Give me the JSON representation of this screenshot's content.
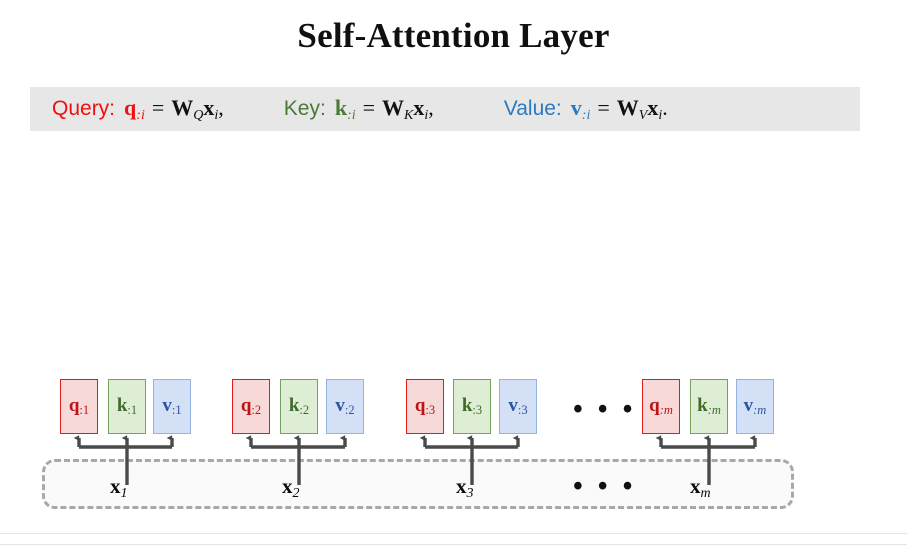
{
  "slide": {
    "title": "Self-Attention Layer",
    "background_color": "#ffffff",
    "band_color": "#e7e7e7"
  },
  "colors": {
    "query": "#ee1111",
    "key": "#4a7a35",
    "value": "#2a7ac0",
    "query_box_fill": "#f7d9d9",
    "query_box_border": "#e01b1b",
    "key_box_fill": "#ddeed5",
    "key_box_border": "#74a35c",
    "value_box_fill": "#d3e0f5",
    "value_box_border": "#93b4dd",
    "arrow": "#4a4a4a",
    "dashed_border": "#a8a8a8"
  },
  "formula": {
    "query": {
      "label": "Query:",
      "symbol": "q",
      "symbol_sub": ":i",
      "equals": "=",
      "weight": "W",
      "weight_sub": "Q",
      "input": "x",
      "input_sub": "i",
      "punct": ","
    },
    "key": {
      "label": "Key:",
      "symbol": "k",
      "symbol_sub": ":i",
      "equals": "=",
      "weight": "W",
      "weight_sub": "K",
      "input": "x",
      "input_sub": "i",
      "punct": ","
    },
    "value": {
      "label": "Value:",
      "symbol": "v",
      "symbol_sub": ":i",
      "equals": "=",
      "weight": "W",
      "weight_sub": "V",
      "input": "x",
      "input_sub": "i",
      "punct": "."
    }
  },
  "diagram": {
    "groups": [
      {
        "index": "1",
        "index_italic": false,
        "x_label_symbol": "x",
        "x_label_sub": "1",
        "q": {
          "symbol": "q",
          "sub": ":1"
        },
        "k": {
          "symbol": "k",
          "sub": ":1"
        },
        "v": {
          "symbol": "v",
          "sub": ":1"
        }
      },
      {
        "index": "2",
        "index_italic": false,
        "x_label_symbol": "x",
        "x_label_sub": "2",
        "q": {
          "symbol": "q",
          "sub": ":2"
        },
        "k": {
          "symbol": "k",
          "sub": ":2"
        },
        "v": {
          "symbol": "v",
          "sub": ":2"
        }
      },
      {
        "index": "3",
        "index_italic": false,
        "x_label_symbol": "x",
        "x_label_sub": "3",
        "q": {
          "symbol": "q",
          "sub": ":3"
        },
        "k": {
          "symbol": "k",
          "sub": ":3"
        },
        "v": {
          "symbol": "v",
          "sub": ":3"
        }
      },
      {
        "index": "m",
        "index_italic": true,
        "x_label_symbol": "x",
        "x_label_sub": "m",
        "q": {
          "symbol": "q",
          "sub": ":m"
        },
        "k": {
          "symbol": "k",
          "sub": ":m"
        },
        "v": {
          "symbol": "v",
          "sub": ":m"
        }
      }
    ],
    "ellipsis_top": "• • •",
    "ellipsis_bottom": "• • •"
  }
}
